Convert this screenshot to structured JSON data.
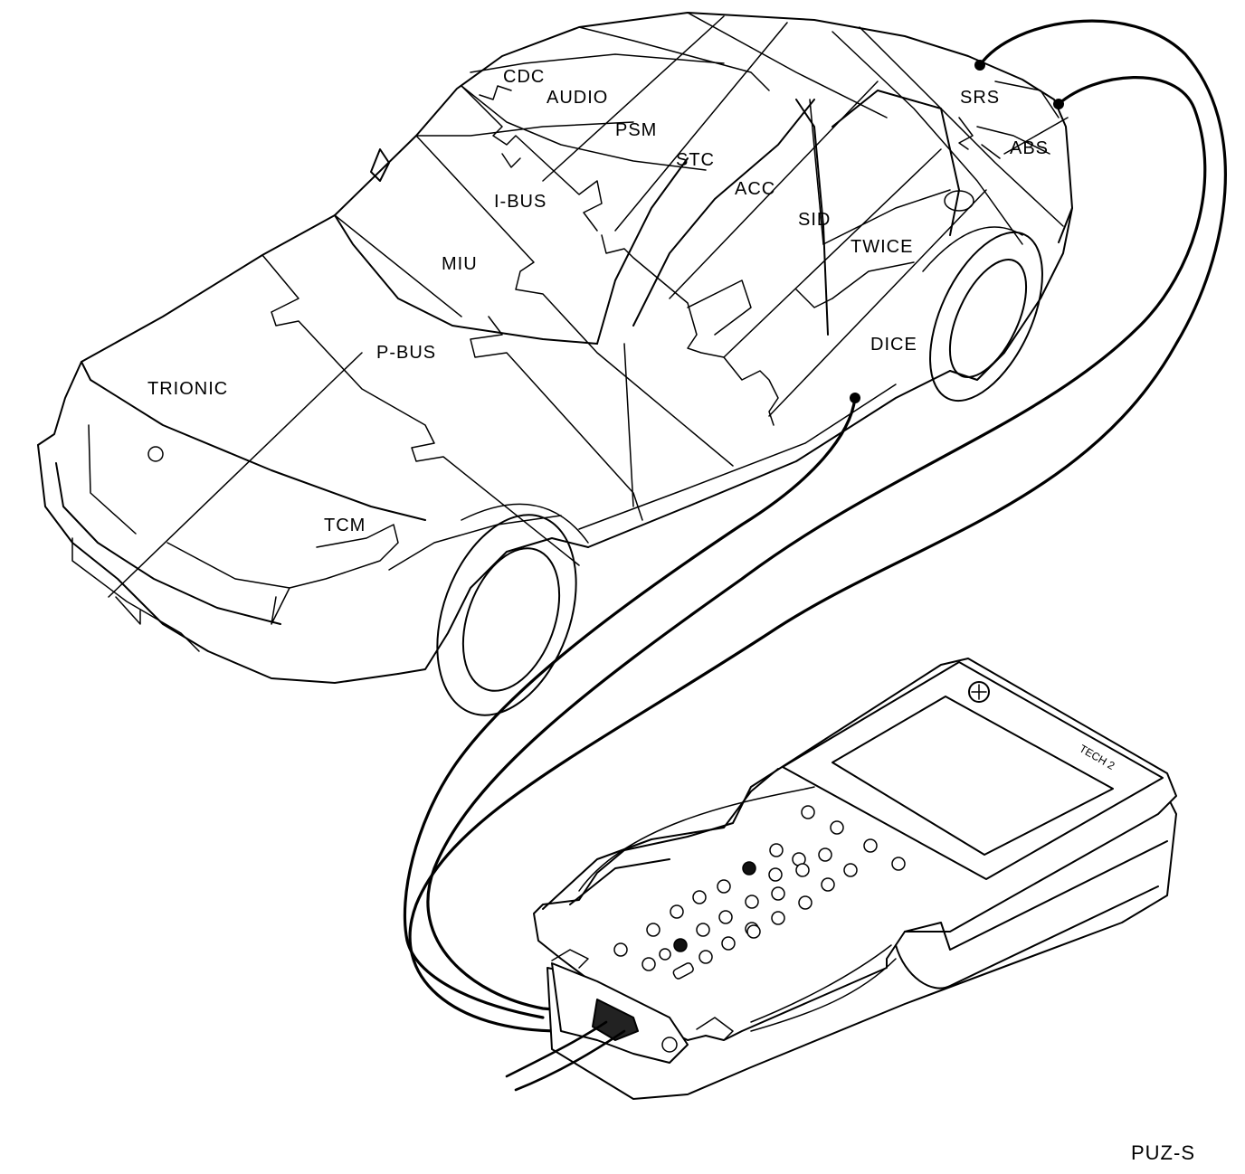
{
  "modules": [
    {
      "id": "cdc",
      "label": "CDC"
    },
    {
      "id": "audio",
      "label": "AUDIO"
    },
    {
      "id": "psm",
      "label": "PSM"
    },
    {
      "id": "stc",
      "label": "STC"
    },
    {
      "id": "ibus",
      "label": "I-BUS"
    },
    {
      "id": "acc",
      "label": "ACC"
    },
    {
      "id": "sid",
      "label": "SID"
    },
    {
      "id": "miu",
      "label": "MIU"
    },
    {
      "id": "twice",
      "label": "TWICE"
    },
    {
      "id": "srs",
      "label": "SRS"
    },
    {
      "id": "abs",
      "label": "ABS"
    },
    {
      "id": "dice",
      "label": "DICE"
    },
    {
      "id": "pbus",
      "label": "P-BUS"
    },
    {
      "id": "trionic",
      "label": "TRIONIC"
    },
    {
      "id": "tcm",
      "label": "TCM"
    }
  ],
  "figure_code": "PUZ-S"
}
